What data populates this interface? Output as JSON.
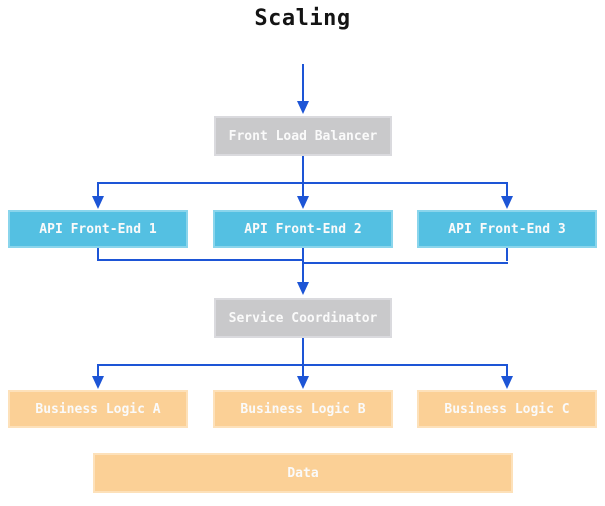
{
  "title": "Scaling",
  "colors": {
    "background": "#ffffff",
    "title_text": "#141414",
    "text_light": "#fafafa",
    "arrow_blue": "#1d55d6",
    "box_gray": "#c9c9cb",
    "box_gray_border": "#dadade",
    "box_cyan": "#54c0e2",
    "box_cyan_border": "#8ad5ec",
    "box_orange": "#fbd096",
    "box_orange_border": "#fde1ba"
  },
  "nodes": {
    "front_load_balancer": {
      "label": "Front Load Balancer",
      "color": "#c9c9cb"
    },
    "api_front_end_1": {
      "label": "API Front-End 1",
      "color": "#54c0e2"
    },
    "api_front_end_2": {
      "label": "API Front-End 2",
      "color": "#54c0e2"
    },
    "api_front_end_3": {
      "label": "API Front-End 3",
      "color": "#54c0e2"
    },
    "service_coordinator": {
      "label": "Service Coordinator",
      "color": "#c9c9cb"
    },
    "business_logic_a": {
      "label": "Business Logic A",
      "color": "#fbd096"
    },
    "business_logic_b": {
      "label": "Business Logic B",
      "color": "#fbd096"
    },
    "business_logic_c": {
      "label": "Business Logic C",
      "color": "#fbd096"
    },
    "data": {
      "label": "Data",
      "color": "#fbd096"
    }
  },
  "edges": [
    {
      "from": "start",
      "to": "front_load_balancer"
    },
    {
      "from": "front_load_balancer",
      "to": "api_front_end_1"
    },
    {
      "from": "front_load_balancer",
      "to": "api_front_end_2"
    },
    {
      "from": "front_load_balancer",
      "to": "api_front_end_3"
    },
    {
      "from": "api_front_end_1",
      "to": "service_coordinator"
    },
    {
      "from": "api_front_end_2",
      "to": "service_coordinator"
    },
    {
      "from": "api_front_end_3",
      "to": "service_coordinator"
    },
    {
      "from": "service_coordinator",
      "to": "business_logic_a"
    },
    {
      "from": "service_coordinator",
      "to": "business_logic_b"
    },
    {
      "from": "service_coordinator",
      "to": "business_logic_c"
    }
  ]
}
